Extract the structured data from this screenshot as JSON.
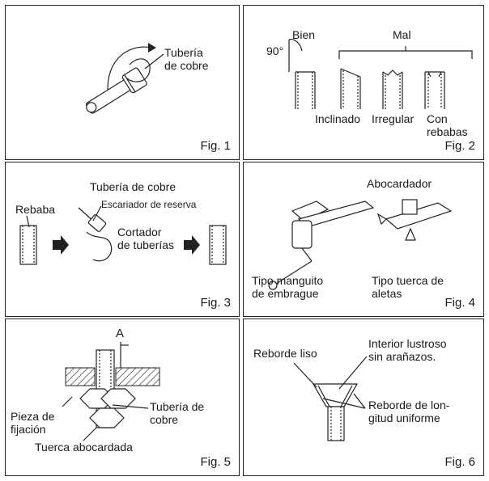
{
  "figures": [
    {
      "fig_label": "Fig. 1",
      "copper_pipe": "Tubería\nde cobre"
    },
    {
      "fig_label": "Fig. 2",
      "good": "Bien",
      "bad": "Mal",
      "angle": "90°",
      "inclined": "Inclinado",
      "irregular": "Irregular",
      "burrs": "Con\nrebabas"
    },
    {
      "fig_label": "Fig. 3",
      "burr": "Rebaba",
      "copper_pipe": "Tubería de cobre",
      "spare_reamer": "Escariador de reserva",
      "pipe_cutter": "Cortador\nde tuberías"
    },
    {
      "fig_label": "Fig. 4",
      "flare_tool": "Abocardador",
      "clutch_type": "Tipo manguito\nde embrague",
      "wing_nut_type": "Tipo tuerca de\naletas"
    },
    {
      "fig_label": "Fig. 5",
      "dim_a": "A",
      "copper_pipe": "Tubería de\ncobre",
      "die": "Pieza de\nfijación",
      "flare_nut": "Tuerca abocardada"
    },
    {
      "fig_label": "Fig. 6",
      "smooth_flare": "Reborde liso",
      "shiny_interior": "Interior lustroso\nsin arañazos.",
      "even_length": "Reborde de lon-\ngitud uniforme"
    }
  ]
}
